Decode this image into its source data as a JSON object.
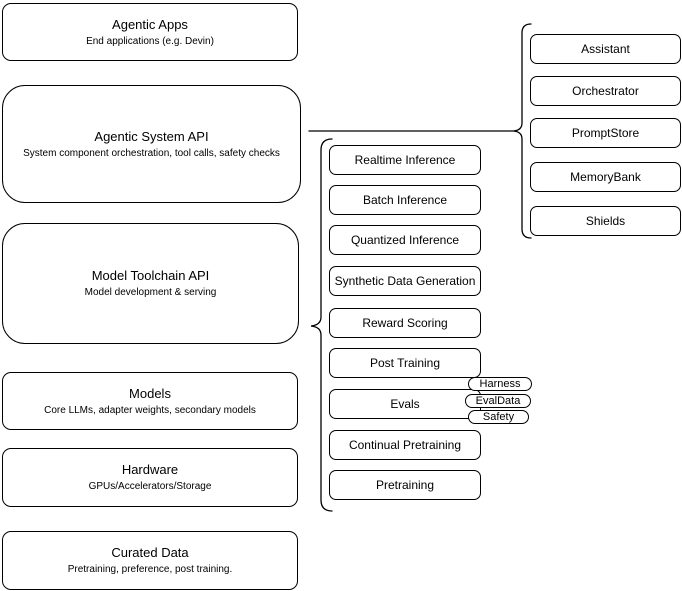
{
  "diagram": {
    "stack": [
      {
        "title": "Agentic Apps",
        "subtitle": "End applications (e.g. Devin)"
      },
      {
        "title": "Agentic System API",
        "subtitle": "System component orchestration, tool calls, safety checks"
      },
      {
        "title": "Model Toolchain API",
        "subtitle": "Model development & serving"
      },
      {
        "title": "Models",
        "subtitle": "Core LLMs, adapter weights, secondary models"
      },
      {
        "title": "Hardware",
        "subtitle": "GPUs/Accelerators/Storage"
      },
      {
        "title": "Curated Data",
        "subtitle": "Pretraining, preference, post training."
      }
    ],
    "toolchain_services": [
      "Realtime Inference",
      "Batch Inference",
      "Quantized Inference",
      "Synthetic Data Generation",
      "Reward Scoring",
      "Post Training",
      "Evals",
      "Continual Pretraining",
      "Pretraining"
    ],
    "evals_components": [
      "Harness",
      "EvalData",
      "Safety"
    ],
    "system_components": [
      "Assistant",
      "Orchestrator",
      "PromptStore",
      "MemoryBank",
      "Shields"
    ],
    "colors": {
      "border": "#000000",
      "fill": "#ffffff",
      "text": "#000000"
    }
  }
}
